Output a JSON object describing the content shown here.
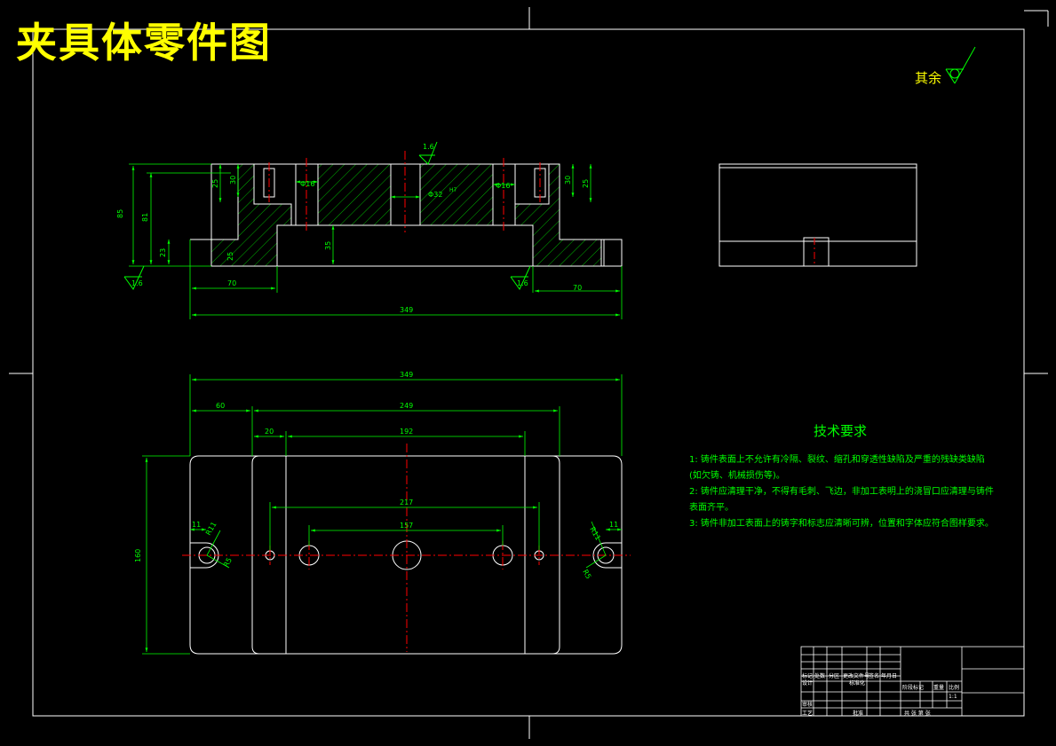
{
  "title": "夹具体零件图",
  "roughness": {
    "other_label": "其余",
    "top_value": "1.6",
    "left_value": "1.6",
    "right_value": "1.6"
  },
  "section_view": {
    "dims": {
      "total_width": "349",
      "left_step": "70",
      "right_step": "70",
      "overall_height": "85",
      "body_height": "81",
      "step_height": "23",
      "inner_depth": "35",
      "left_hole_depth": "25",
      "left_hole_depth2": "30",
      "right_hole_depth": "30",
      "right_hole_depth2": "25",
      "left_bore": "Φ16",
      "right_bore": "Φ16",
      "center_bore": "Φ32",
      "fit_code": "H7",
      "small_step": "25"
    }
  },
  "plan_view": {
    "dims": {
      "overall_width": "349",
      "body_width": "249",
      "offset_left": "60",
      "flat_width": "192",
      "flat_offset": "20",
      "hole_span_outer": "217",
      "hole_span_inner": "157",
      "height": "160",
      "slot_width_left": "11",
      "slot_width_right": "11",
      "slot_radius_left": "R11",
      "slot_radius_right": "R11",
      "slot_r2_left": "R5",
      "slot_r2_right": "R5"
    }
  },
  "tech_requirements": {
    "heading": "技术要求",
    "items": [
      "1: 铸件表面上不允许有冷隔、裂纹、缩孔和穿透性缺陷及严重的残缺类缺陷",
      "(如欠铸、机械损伤等)。",
      "2: 铸件应清理干净，不得有毛刺、飞边，非加工表明上的浇冒口应清理与铸件",
      "表面齐平。",
      "3: 铸件非加工表面上的铸字和标志应清晰可辨，位置和字体应符合图样要求。"
    ]
  },
  "title_block": {
    "labels": [
      "标记",
      "处数",
      "分区",
      "更改文件号",
      "签名",
      "年月日"
    ],
    "design": "设计",
    "standard": "标准化",
    "stage": "阶段标记",
    "weight": "重量",
    "scale": "比例",
    "scale_value": "1:1",
    "review": "审核",
    "process": "工艺",
    "approve": "批准",
    "sheets": "共 张 第 张"
  },
  "colors": {
    "background": "#000000",
    "outline": "#ffffff",
    "dimension": "#00ff00",
    "centerline": "#ff0000",
    "hatch": "#00ff00",
    "title": "#ffff00"
  }
}
